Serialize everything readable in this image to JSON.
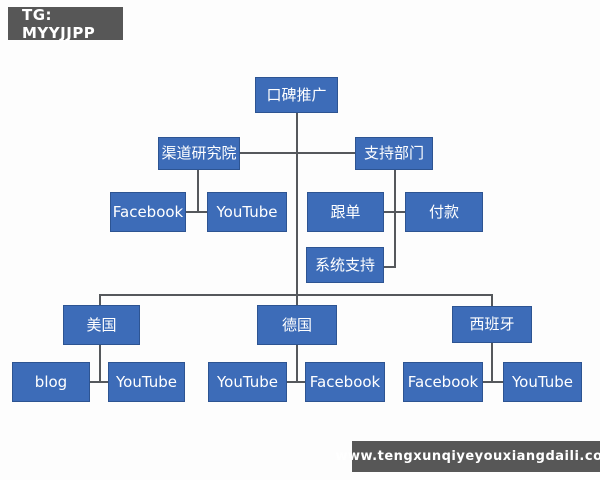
{
  "badges": {
    "tg_label": "TG: MYYJJPP",
    "watermark": "www.tengxunqiyeyouxiangdaili.com"
  },
  "colors": {
    "node_fill": "#3d6cb8",
    "node_border": "#2d5492",
    "node_text": "#ffffff",
    "connector_line": "#55585c",
    "badge_bg": "#575757",
    "badge_text": "#ffffff",
    "background": "#fdfdfd"
  },
  "diagram": {
    "type": "org-chart",
    "nodes": [
      {
        "id": "root",
        "label": "口碑推广"
      },
      {
        "id": "channel-research",
        "label": "渠道研究院"
      },
      {
        "id": "support-dept",
        "label": "支持部门"
      },
      {
        "id": "facebook-channel",
        "label": "Facebook"
      },
      {
        "id": "youtube-channel",
        "label": "YouTube"
      },
      {
        "id": "order-follow",
        "label": "跟单"
      },
      {
        "id": "payment",
        "label": "付款"
      },
      {
        "id": "system-support",
        "label": "系统支持"
      },
      {
        "id": "usa",
        "label": "美国"
      },
      {
        "id": "germany",
        "label": "德国"
      },
      {
        "id": "spain",
        "label": "西班牙"
      },
      {
        "id": "blog-usa",
        "label": "blog"
      },
      {
        "id": "youtube-usa",
        "label": "YouTube"
      },
      {
        "id": "youtube-germany",
        "label": "YouTube"
      },
      {
        "id": "facebook-germany",
        "label": "Facebook"
      },
      {
        "id": "facebook-spain",
        "label": "Facebook"
      },
      {
        "id": "youtube-spain",
        "label": "YouTube"
      }
    ],
    "edges": [
      {
        "from": "root",
        "to": "channel-research"
      },
      {
        "from": "root",
        "to": "support-dept"
      },
      {
        "from": "channel-research",
        "to": "facebook-channel"
      },
      {
        "from": "channel-research",
        "to": "youtube-channel"
      },
      {
        "from": "support-dept",
        "to": "order-follow"
      },
      {
        "from": "support-dept",
        "to": "payment"
      },
      {
        "from": "support-dept",
        "to": "system-support"
      },
      {
        "from": "root",
        "to": "usa"
      },
      {
        "from": "root",
        "to": "germany"
      },
      {
        "from": "root",
        "to": "spain"
      },
      {
        "from": "usa",
        "to": "blog-usa"
      },
      {
        "from": "usa",
        "to": "youtube-usa"
      },
      {
        "from": "germany",
        "to": "youtube-germany"
      },
      {
        "from": "germany",
        "to": "facebook-germany"
      },
      {
        "from": "spain",
        "to": "facebook-spain"
      },
      {
        "from": "spain",
        "to": "youtube-spain"
      }
    ]
  }
}
